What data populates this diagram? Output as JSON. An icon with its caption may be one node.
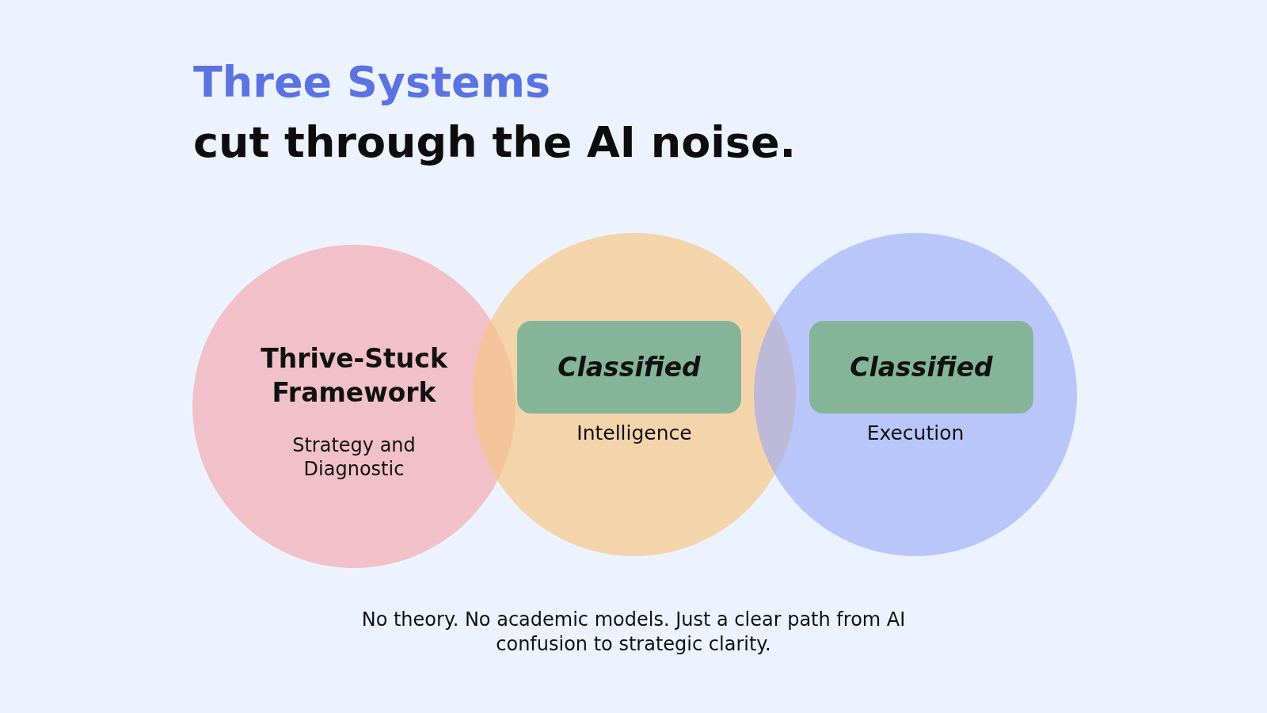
{
  "diagram": {
    "title": "Three Systems",
    "nodes": [
      {
        "text": [
          "Thrive-Stuck Framework",
          "Strategy and Diagnostic"
        ]
      },
      {
        "text": [
          "Intelligence"
        ]
      },
      {
        "text": [
          "Classified"
        ],
        "in": 1
      },
      {
        "text": [
          "Execution"
        ]
      },
      {
        "text": [
          "Classified"
        ],
        "in": 3
      }
    ],
    "labels": [
      "cut through the AI noise."
    ],
    "caption": "No theory. No academic models. Just a clear path from AI confusion to strategic clarity."
  }
}
